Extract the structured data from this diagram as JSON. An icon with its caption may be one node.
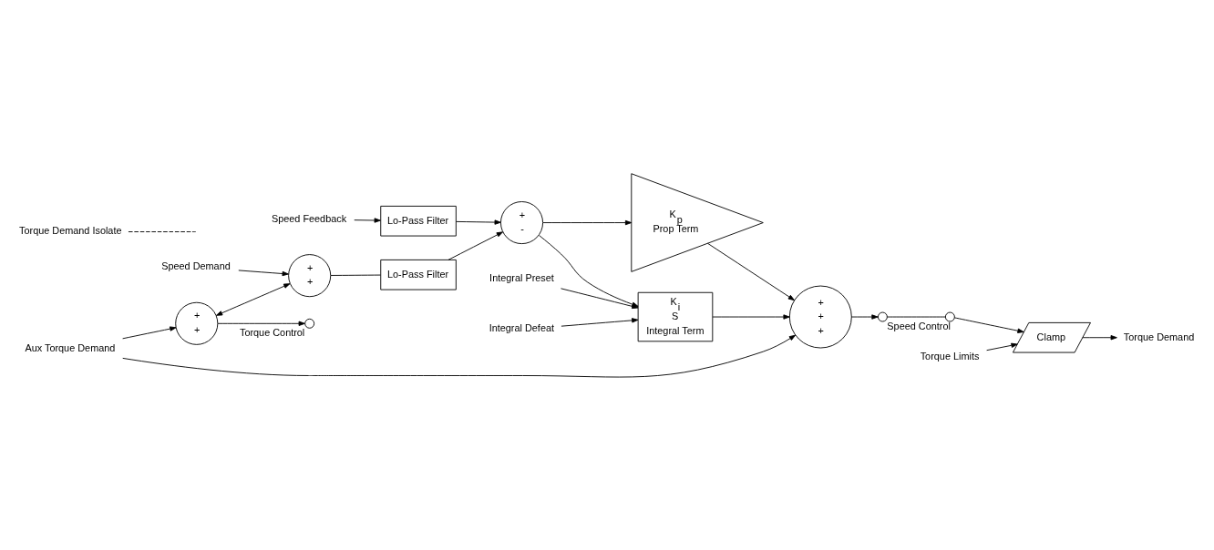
{
  "diagram": {
    "nodes": [
      {
        "text": [
          "Speed Demand"
        ]
      },
      {
        "text": [
          "+",
          "+"
        ]
      },
      {
        "text": [
          "Lo-Pass Filter"
        ]
      },
      {
        "text": [
          "Speed Feedback"
        ]
      },
      {
        "text": [
          "Lo-Pass Filter"
        ]
      },
      {
        "text": [
          "+",
          "-"
        ]
      },
      {
        "text": [
          "K$_{p}$",
          "Prop Term"
        ]
      },
      {
        "text": [
          "K$_{i}$",
          "S",
          "Integral Term"
        ]
      },
      {
        "text": [
          "Aux Torque Demand"
        ]
      },
      {
        "text": [
          "+",
          "+"
        ]
      },
      {
        "text": [
          "+",
          "+",
          "+"
        ]
      },
      {
        "text": [],
        "shape": "circle",
        "beside": [
          "Torque Control"
        ]
      },
      {
        "text": [],
        "shape": "circle",
        "beside": [
          "Speed Control"
        ]
      },
      {
        "text": [],
        "shape": "circle"
      },
      {
        "text": [
          "Torque Demand Isolate"
        ]
      },
      {
        "text": [
          "Clamp"
        ]
      },
      {
        "text": [
          "Torque Limits"
        ]
      },
      {
        "text": [
          "Torque Demand"
        ]
      },
      {
        "text": [
          "Integral Preset"
        ]
      },
      {
        "text": [
          "Integral Defeat"
        ]
      }
    ],
    "edges": [
      {
        "from": 0,
        "to": 1,
        "arrow": "to"
      },
      {
        "from": 1,
        "to": 2,
        "arrow": "none"
      },
      {
        "from": 2,
        "to": 5,
        "arrow": "to"
      },
      {
        "from": 3,
        "to": 4,
        "arrow": "to"
      },
      {
        "from": 4,
        "to": 5,
        "arrow": "to"
      },
      {
        "from": 5,
        "to": 6,
        "arrow": "to"
      },
      {
        "from": 5,
        "to": 7,
        "arrow": "to"
      },
      {
        "from": 6,
        "to": 10,
        "arrow": "to"
      },
      {
        "from": 7,
        "to": 10,
        "arrow": "to"
      },
      {
        "from": 8,
        "to": 10,
        "arrow": "to"
      },
      {
        "from": 8,
        "to": 9,
        "arrow": "to"
      },
      {
        "from": 9,
        "to": 1,
        "arrow": "both"
      },
      {
        "from": 9,
        "to": 11,
        "arrow": "to"
      },
      {
        "from": 10,
        "to": 12,
        "arrow": "to"
      },
      {
        "from": 12,
        "to": 13,
        "arrow": "none"
      },
      {
        "from": 14,
        "to": null,
        "arrow": "none",
        "style": "dashed"
      },
      {
        "from": 13,
        "to": 15,
        "arrow": "to"
      },
      {
        "from": 16,
        "to": 15,
        "arrow": "to"
      },
      {
        "from": 15,
        "to": 17,
        "arrow": "to"
      },
      {
        "from": 18,
        "to": 7,
        "arrow": "to"
      },
      {
        "from": 19,
        "to": 7,
        "arrow": "to"
      }
    ]
  }
}
